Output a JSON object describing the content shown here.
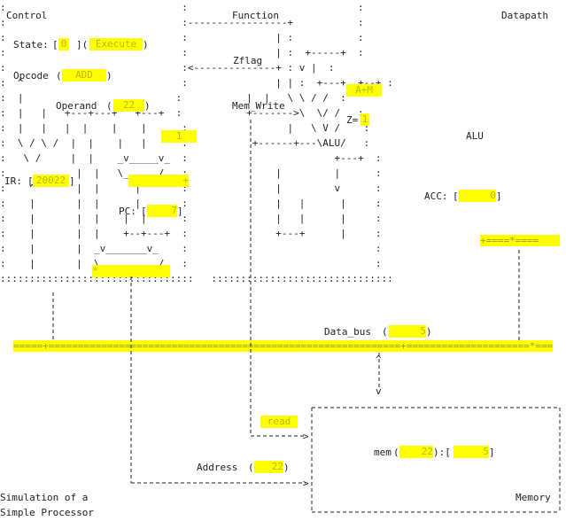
{
  "panels": {
    "control_title": "Control",
    "function_title": "Function",
    "datapath_title": "Datapath",
    "memory_title": "Memory",
    "caption_line1": "Simulation of a",
    "caption_line2": "Simple Processor"
  },
  "control": {
    "state_label": "State:",
    "state_value": "0",
    "state_name": "Execute",
    "opcode_label": "Opcode",
    "opcode_value": "ADD",
    "operand_label": "Operand",
    "operand_value": "22",
    "ir_label": "IR:",
    "ir_value": "20022",
    "pc_label": "PC:",
    "pc_value": "7",
    "plus_one": "1",
    "adder_value": "+",
    "mux_value": "*"
  },
  "function": {
    "zflag_label": "Zflag",
    "mem_write_label": "Mem_Write",
    "alu_op": "A+M",
    "z_label": "Z=",
    "z_value": "1",
    "mem_op": "read"
  },
  "datapath": {
    "alu_label": "ALU",
    "acc_label": "ACC:",
    "acc_value": "0",
    "out_bar": "+====*===="
  },
  "bus": {
    "data_bus_label": "Data_bus",
    "data_bus_value": "5",
    "address_label": "Address",
    "address_value": "22"
  },
  "memory": {
    "cell_label": "mem",
    "cell_address": "22",
    "cell_value": "5"
  }
}
